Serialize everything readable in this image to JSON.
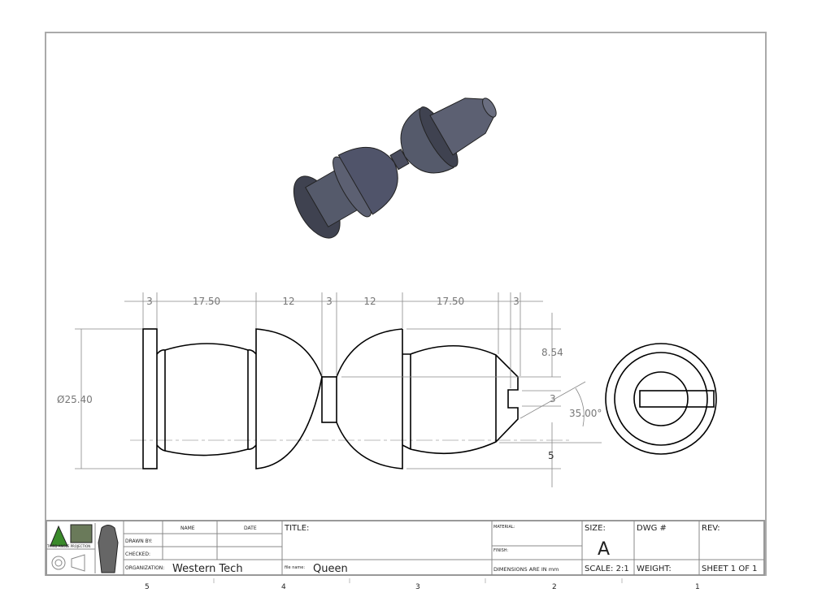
{
  "dimensions": {
    "widths": [
      "3",
      "17.50",
      "12",
      "3",
      "12",
      "17.50",
      "3"
    ],
    "diameter": "Ø25.40",
    "right_top": "8.54",
    "slot": "3",
    "angle": "35.00°",
    "bottom": "5"
  },
  "title_block": {
    "logo_caption": "THIRD ANGLE PROJECTION",
    "name_header": "NAME",
    "date_header": "DATE",
    "drawn_by_label": "DRAWN BY:",
    "checked_label": "CHECKED:",
    "organization_label": "ORGANIZATION:",
    "organization_value": "Western Tech",
    "title_label": "TITLE:",
    "file_name_label": "file name:",
    "file_name_value": "Queen",
    "material_label": "MATERIAL:",
    "finish_label": "FINISH:",
    "units_note": "DIMENSIONS ARE IN mm",
    "size_label": "SIZE:",
    "size_value": "A",
    "scale": "SCALE: 2:1",
    "dwg_label": "DWG #",
    "weight_label": "WEIGHT:",
    "rev_label": "REV:",
    "sheet": "SHEET 1 OF 1"
  },
  "zones": [
    "5",
    "4",
    "3",
    "2",
    "1"
  ]
}
